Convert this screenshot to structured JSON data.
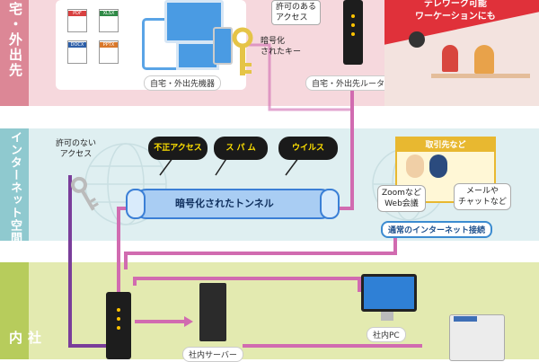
{
  "bands": {
    "home": {
      "label": "宅・外出先",
      "color": "#dc8796"
    },
    "internet": {
      "label": "インターネット空間",
      "color": "#8fc9cf"
    },
    "office": {
      "label": "社内",
      "color": "#b7cc5c"
    }
  },
  "home": {
    "devices_label": "自宅・外出先機器",
    "router_label": "自宅・外出先ルーター",
    "permitted_access": "許可のある\nアクセス",
    "encrypted_key": "暗号化\nされたキー",
    "workation_banner": "テレワーク可能\nワーケーションにも",
    "file_badges": [
      "PDF",
      "XLSX",
      "DOCX",
      "PPTX"
    ]
  },
  "internet": {
    "unauthorized_access": "許可のない\nアクセス",
    "threats": [
      "不正アクセス",
      "ス パ ム",
      "ウイルス"
    ],
    "tunnel_label": "暗号化されたトンネル",
    "partner_title": "取引先など",
    "zoom_label": "Zoomなど\nWeb会議",
    "mail_label": "メールや\nチャットなど",
    "normal_connection": "通常のインターネット接続"
  },
  "office": {
    "server_label": "社内サーバー",
    "pc_label": "社内PC"
  },
  "colors": {
    "line_pink": "#d16bb0",
    "line_purple": "#7a3d9a",
    "tunnel": "#3b7fd6",
    "accent_red": "#e0313a"
  }
}
